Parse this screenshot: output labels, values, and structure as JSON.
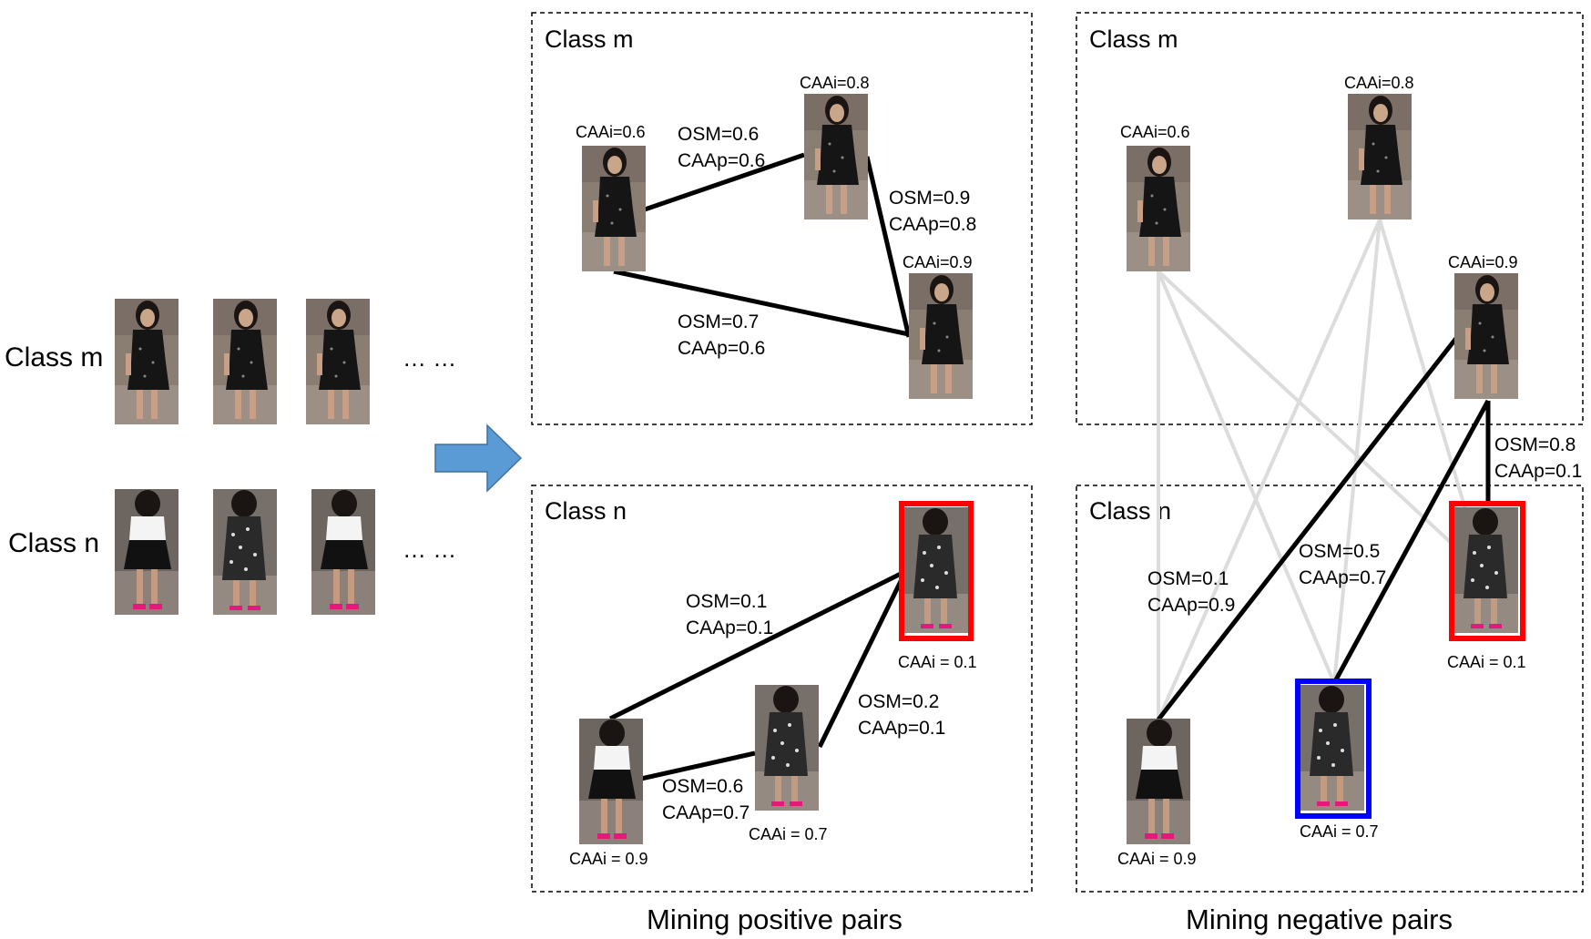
{
  "left": {
    "class_m_label": "Class m",
    "class_n_label": "Class n",
    "ellipsis_m": "… …",
    "ellipsis_n": "… …"
  },
  "panels": {
    "pos_m_title": "Class m",
    "pos_n_title": "Class n",
    "neg_m_title": "Class m",
    "neg_n_title": "Class n"
  },
  "captions": {
    "positive": "Mining positive pairs",
    "negative": "Mining negative pairs"
  },
  "pos_m": {
    "img1_caai": "CAAi=0.6",
    "img2_caai": "CAAi=0.8",
    "img3_caai": "CAAi=0.9",
    "edge12_osm": "OSM=0.6",
    "edge12_caap": "CAAp=0.6",
    "edge23_osm": "OSM=0.9",
    "edge23_caap": "CAAp=0.8",
    "edge13_osm": "OSM=0.7",
    "edge13_caap": "CAAp=0.6"
  },
  "pos_n": {
    "img_red_caai": "CAAi = 0.1",
    "img_a_caai": "CAAi = 0.9",
    "img_b_caai": "CAAi = 0.7",
    "edge_red_a_osm": "OSM=0.1",
    "edge_red_a_caap": "CAAp=0.1",
    "edge_red_b_osm": "OSM=0.2",
    "edge_red_b_caap": "CAAp=0.1",
    "edge_ab_osm": "OSM=0.6",
    "edge_ab_caap": "CAAp=0.7"
  },
  "neg_m": {
    "img1_caai": "CAAi=0.6",
    "img2_caai": "CAAi=0.8",
    "img3_caai": "CAAi=0.9"
  },
  "neg_n": {
    "img_red_caai": "CAAi = 0.1",
    "img_a_caai": "CAAi = 0.9",
    "img_blue_caai": "CAAi = 0.7",
    "edge_a_osm": "OSM=0.1",
    "edge_a_caap": "CAAp=0.9",
    "edge_blue_osm": "OSM=0.5",
    "edge_blue_caap": "CAAp=0.7",
    "edge_red_osm": "OSM=0.8",
    "edge_red_caap": "CAAp=0.1"
  },
  "colors": {
    "arrow": "#5b9bd5",
    "arrow_border": "#41719c",
    "highlight_red": "#ff0000",
    "highlight_blue": "#0000ff",
    "gray_edge": "#dcdcdc"
  }
}
